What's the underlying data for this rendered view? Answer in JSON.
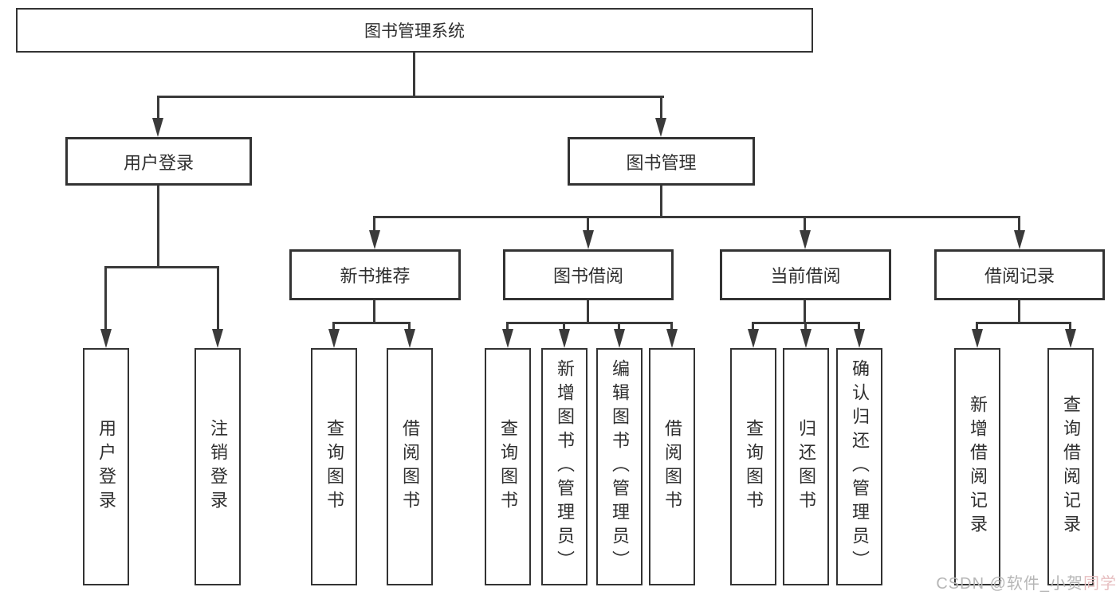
{
  "tree": {
    "root": {
      "label": "图书管理系统"
    },
    "branches": [
      {
        "label": "用户登录",
        "children": [
          {
            "label": "用户登录"
          },
          {
            "label": "注销登录"
          }
        ]
      },
      {
        "label": "图书管理",
        "children": [
          {
            "label": "新书推荐",
            "children": [
              {
                "label": "查询图书"
              },
              {
                "label": "借阅图书"
              }
            ]
          },
          {
            "label": "图书借阅",
            "children": [
              {
                "label": "查询图书"
              },
              {
                "label": "新增图书（管理员）"
              },
              {
                "label": "编辑图书（管理员）"
              },
              {
                "label": "借阅图书"
              }
            ]
          },
          {
            "label": "当前借阅",
            "children": [
              {
                "label": "查询图书"
              },
              {
                "label": "归还图书"
              },
              {
                "label": "确认归还（管理员）"
              }
            ]
          },
          {
            "label": "借阅记录",
            "children": [
              {
                "label": "新增借阅记录"
              },
              {
                "label": "查询借阅记录"
              }
            ]
          }
        ]
      }
    ]
  },
  "watermark": {
    "text": "CSDN @软件_小贺同学",
    "gray_part": "CSDN @软件_小贺",
    "red_part": "同学"
  },
  "colors": {
    "line": "#3a3a3a",
    "box_border": "#333333",
    "text": "#2f2f2f",
    "background": "#ffffff",
    "watermark_gray": "#b6b6b6",
    "watermark_red": "#e7bfc1"
  }
}
